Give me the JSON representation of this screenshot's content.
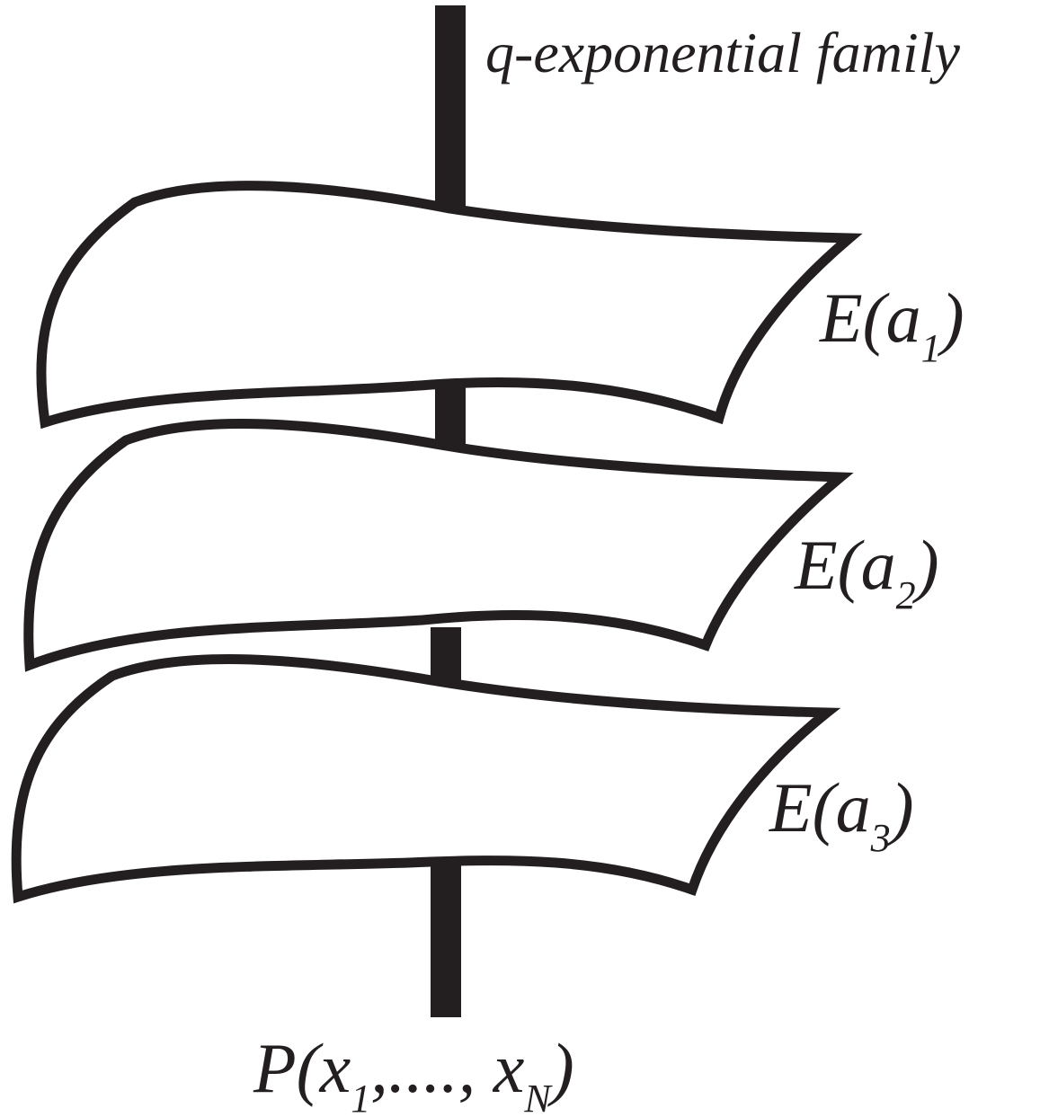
{
  "figure": {
    "top_label": "q-exponential family",
    "sheets": [
      {
        "main": "E(a",
        "sub": "1",
        "close": ")"
      },
      {
        "main": "E(a",
        "sub": "2",
        "close": ")"
      },
      {
        "main": "E(a",
        "sub": "3",
        "close": ")"
      }
    ],
    "bottom_label": {
      "prefix": "P(x",
      "sub1": "1",
      "middle": ",...., x",
      "sub2": "N",
      "close": ")"
    },
    "colors": {
      "ink": "#231f20",
      "background": "#ffffff"
    }
  }
}
